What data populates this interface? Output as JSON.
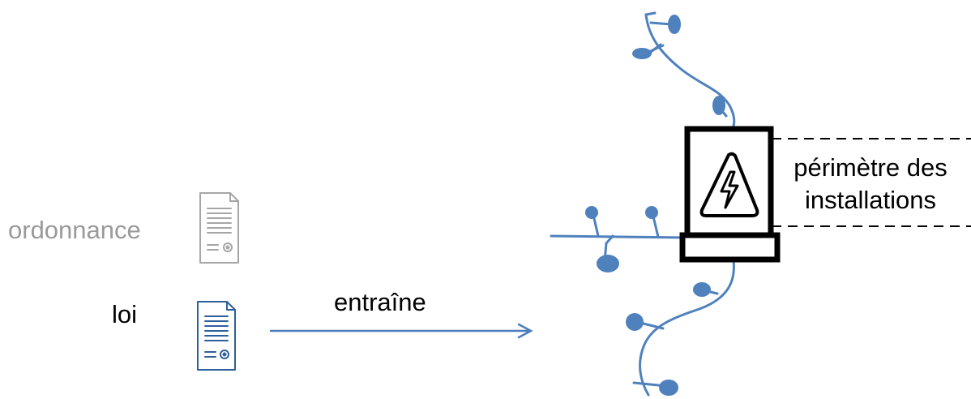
{
  "labels": {
    "ordonnance": "ordonnance",
    "loi": "loi",
    "entraine": "entraîne",
    "perimeter_line1": "périmètre des",
    "perimeter_line2": "installations"
  },
  "colors": {
    "network": "#4f81bd",
    "arrow": "#4a7ebb",
    "ordonnance_doc": "#a6a6a6",
    "ordonnance_text": "#9a9a9a",
    "loi_doc": "#2e5f9c",
    "substation": "#000000",
    "text": "#000000"
  },
  "icons": {
    "ordonnance": "document-icon",
    "loi": "document-icon",
    "substation": "high-voltage-warning-icon"
  }
}
